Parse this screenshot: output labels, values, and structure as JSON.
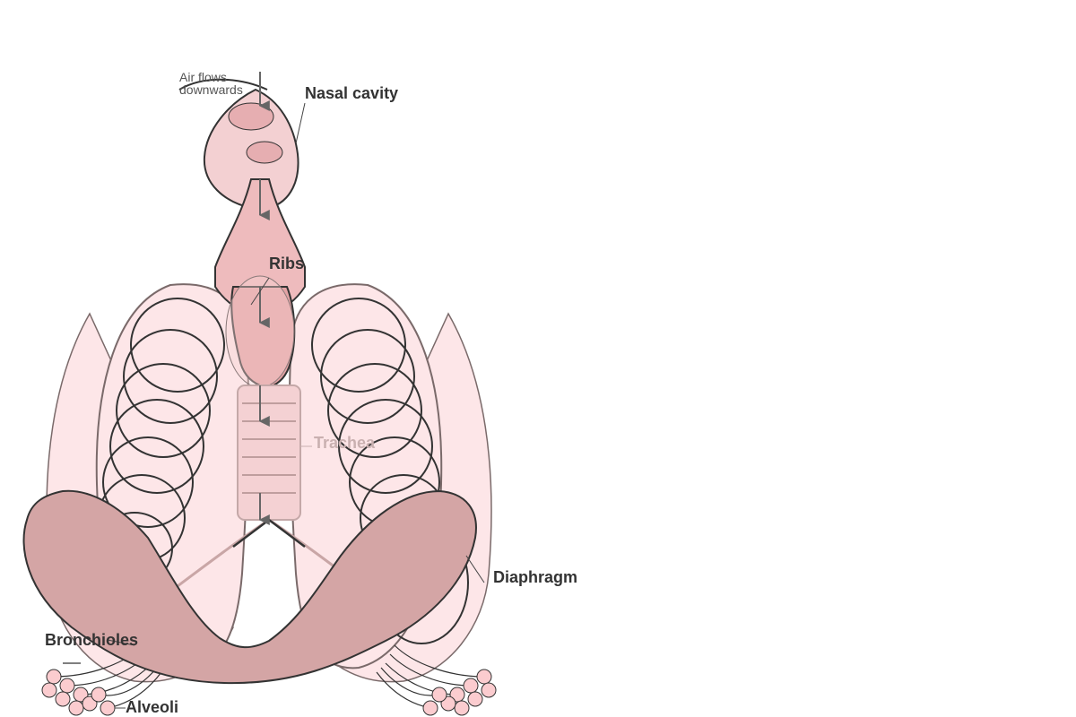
{
  "labels": {
    "air_flow": [
      "Air flows",
      "downwards"
    ],
    "nasal_cavity": "Nasal cavity",
    "ribs": "Ribs",
    "trachea": "Trachea",
    "diaphragm": "Diaphragm",
    "bronchioles": "Bronchioles",
    "alveoli": "Alveoli"
  },
  "colors": {
    "lung_fill": "#fde6e8",
    "lung_stroke": "#7a6a6a",
    "nasal_fill": "#f3d0d2",
    "nasal_inner": "#e6aeb1",
    "throat_fill": "#eebbbd",
    "pharynx_fill": "#e4a3a5",
    "trachea_fill": "#f4d1d3",
    "diaphragm_fill": "#d4a5a5",
    "alveoli_fill": "#fbcccf",
    "arrow": "#666666",
    "outline": "#333333"
  }
}
